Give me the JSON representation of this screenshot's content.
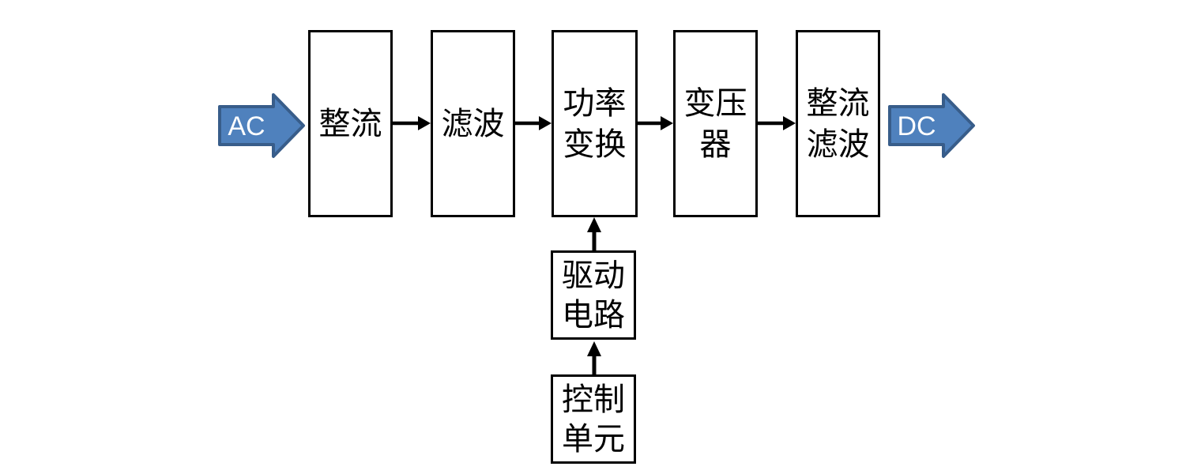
{
  "diagram": {
    "type": "block-diagram",
    "background": "#ffffff",
    "input_arrow": {
      "label": "AC"
    },
    "output_arrow": {
      "label": "DC"
    },
    "colors": {
      "io_arrow_fill": "#4f81bd",
      "io_arrow_border": "#385d8a",
      "io_arrow_text": "#ffffff",
      "box_border": "#000000",
      "box_fill": "#ffffff",
      "connector": "#000000",
      "label_text": "#000000"
    },
    "blocks": [
      {
        "name": "rectifier",
        "label": "整流",
        "lines": [
          "整流"
        ]
      },
      {
        "name": "filter",
        "label": "滤波",
        "lines": [
          "滤波"
        ]
      },
      {
        "name": "power-converter",
        "label": "功率变换",
        "lines": [
          "功率",
          "变换"
        ]
      },
      {
        "name": "transformer",
        "label": "变压器",
        "lines": [
          "变压",
          "器"
        ]
      },
      {
        "name": "rectifier-filter",
        "label": "整流滤波",
        "lines": [
          "整流",
          "滤波"
        ]
      },
      {
        "name": "drive-circuit",
        "label": "驱动电路",
        "lines": [
          "驱动",
          "电路"
        ]
      },
      {
        "name": "control-unit",
        "label": "控制单元",
        "lines": [
          "控制",
          "单元"
        ]
      }
    ],
    "flow": [
      "AC → 整流",
      "整流 → 滤波",
      "滤波 → 功率变换",
      "功率变换 → 变压器",
      "变压器 → 整流滤波",
      "整流滤波 → DC",
      "控制单元 → 驱动电路",
      "驱动电路 → 功率变换"
    ]
  }
}
